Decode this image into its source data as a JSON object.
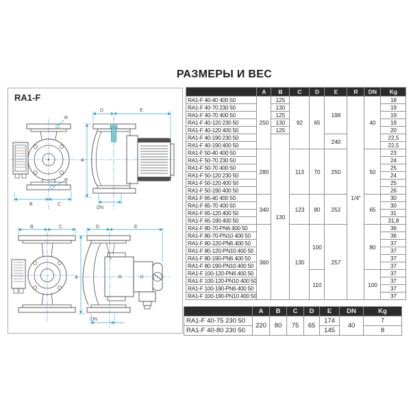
{
  "page": {
    "title": "РАЗМЕРЫ И ВЕС"
  },
  "panel": {
    "label": "RA1-F"
  },
  "drawing_labels": {
    "a": "A",
    "b": "B",
    "c": "C",
    "d": "D",
    "e": "E",
    "r": "R",
    "dn": "DN"
  },
  "main_table": {
    "headers": {
      "model": "",
      "a": "A",
      "b": "B",
      "c": "C",
      "d": "D",
      "e": "E",
      "r": "R",
      "dn": "DN",
      "kg": "Kg"
    },
    "models": [
      "RA1-F 40-40 400 50",
      "RA1-F 40-70 230 50",
      "RA1-F 40-70 400 50",
      "RA1-F 40-120 230 50",
      "RA1-F 40-120 400 50",
      "RA1-F 40-190 230 50",
      "RA1-F 40-190 400 50",
      "RA1-F 50-40 400 50",
      "RA1-F 50-70 230 50",
      "RA1-F 50-70 400 50",
      "RA1-F 50-120 230 50",
      "RA1-F 50-120 400 50",
      "RA1-F 50-190 400 50",
      "RA1-F 65-40 400 50",
      "RA1-F 65-70 400 50",
      "RA1-F 65-120 400 50",
      "RA1-F 65-190 400 50",
      "RA1-F 80-70-PN6 400 50",
      "RA1-F 80-70-PN10 400 50",
      "RA1-F 80-120-PN6 400 50",
      "RA1-F 80-120-PN10 400 50",
      "RA1-F 80-190-PN6 400 50",
      "RA1-F 80-190-PN10 400 50",
      "RA1-F 100-120-PN6 400 50",
      "RA1-F 100-120-PN10 400 50",
      "RA1-F 100-190-PN6 400 50",
      "RA1-F 100-190-PN10 400 50"
    ],
    "kg": [
      "18",
      "19",
      "19",
      "19",
      "20",
      "22,5",
      "22,5",
      "23",
      "24",
      "25",
      "24",
      "25",
      "26",
      "30",
      "30",
      "31",
      "31,8",
      "36",
      "36",
      "37",
      "37",
      "37",
      "37",
      "37",
      "37",
      "37",
      "37"
    ],
    "a_spans": [
      "250",
      "280",
      "340",
      "360"
    ],
    "b_cells": [
      "125",
      "130",
      "125",
      "130",
      "125"
    ],
    "b_merged": "130",
    "c_spans": [
      "92",
      "113",
      "123",
      "130"
    ],
    "d_spans": [
      "65",
      "70",
      "80",
      "100",
      "110"
    ],
    "e_spans": [
      "198",
      "240",
      "250",
      "252",
      "257"
    ],
    "r_merged": "1/4\"",
    "dn_spans": [
      "40",
      "50",
      "65",
      "80",
      "100"
    ]
  },
  "small_table": {
    "headers": {
      "model": "",
      "a": "A",
      "b": "B",
      "c": "C",
      "d": "D",
      "e": "E",
      "dn": "DN",
      "kg": "Kg"
    },
    "a": "220",
    "b": "80",
    "c": "75",
    "d": "65",
    "dn": "40",
    "rows": [
      {
        "model": "RA1-F 40-75 230 50",
        "e": "174",
        "kg": "7"
      },
      {
        "model": "RA1-F 40-80 230 50",
        "e": "145",
        "kg": "8"
      }
    ]
  },
  "colors": {
    "dimension_line": "#2fa3d8",
    "outline": "#4d4d4d",
    "header_bg": "#2b2b2b",
    "vent_plug": "#7ccbd4"
  }
}
